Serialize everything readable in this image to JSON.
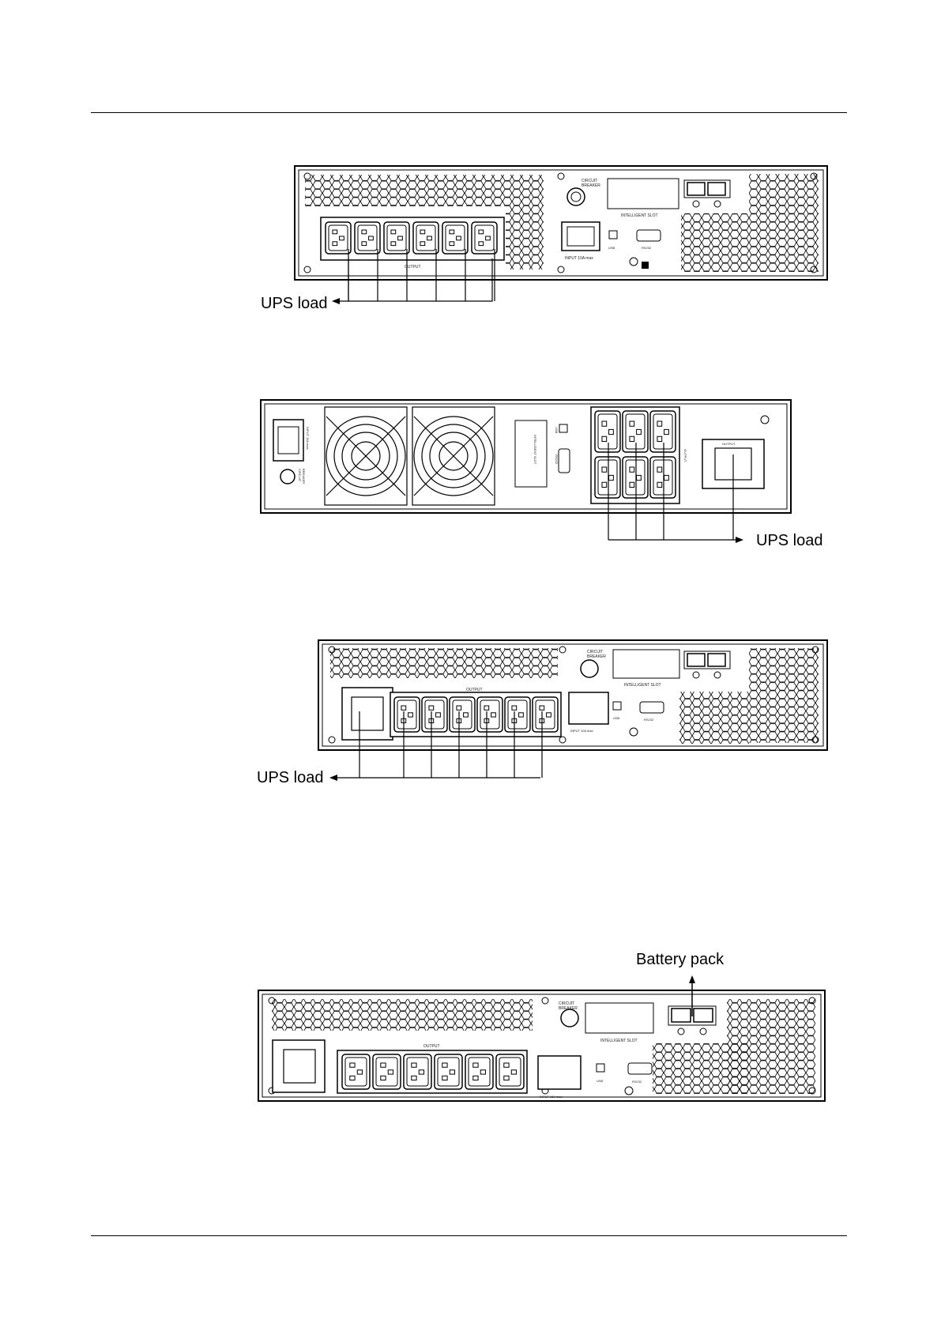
{
  "figures": [
    {
      "id": "ups-rear-1",
      "callout": "UPS load",
      "panel_labels": {
        "breaker": [
          "CIRCUIT",
          "BREAKER"
        ],
        "slot": "INTELLIGENT SLOT",
        "output": "OUTPUT",
        "input": "INPUT 10A max",
        "usb": "USB",
        "rs232": "RS232"
      }
    },
    {
      "id": "ups-rear-2",
      "callout": "UPS load",
      "panel_labels": {
        "input": "INPUT 16A max",
        "breaker": [
          "CIRCUIT",
          "BREAKER"
        ],
        "slot": "INTELLIGENT SLOT",
        "usb": "USB",
        "rs232": "RS232",
        "output_left": "OUTPUT",
        "output_right": "OUTPUT"
      }
    },
    {
      "id": "ups-rear-3",
      "callout": "UPS load",
      "panel_labels": {
        "breaker": [
          "CIRCUIT",
          "BREAKER"
        ],
        "slot": "INTELLIGENT SLOT",
        "output": "OUTPUT",
        "input": "INPUT 10A max",
        "usb": "USB",
        "rs232": "RS232"
      }
    },
    {
      "id": "ups-rear-4",
      "callout": "Battery pack",
      "panel_labels": {
        "breaker": [
          "CIRCUIT",
          "BREAKER"
        ],
        "slot": "INTELLIGENT SLOT",
        "output": "OUTPUT",
        "input": "INPUT 16A max",
        "usb": "USB",
        "rs232": "RS232"
      }
    }
  ]
}
